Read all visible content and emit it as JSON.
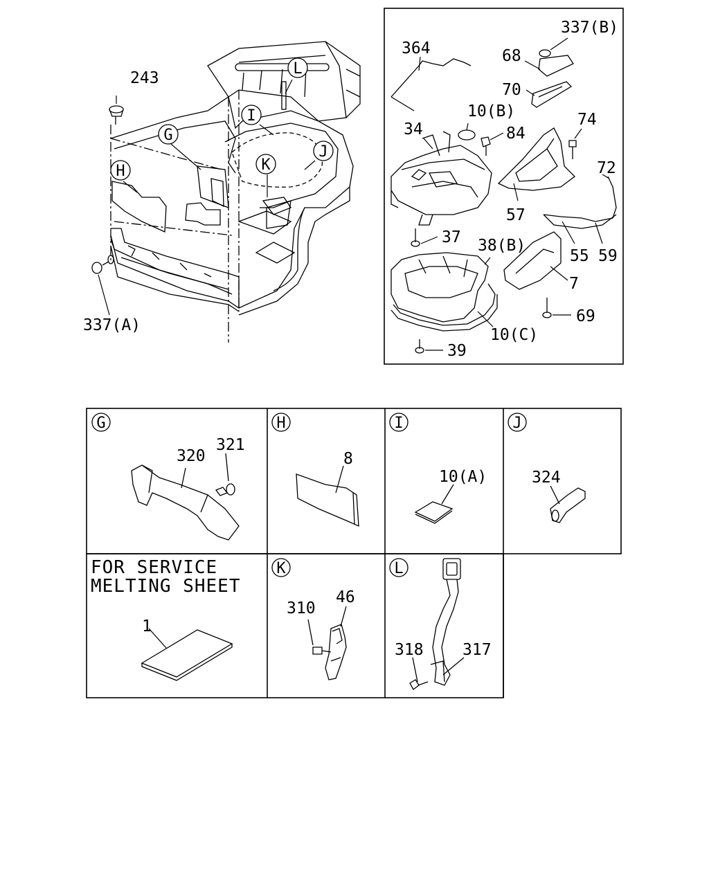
{
  "main_callouts": {
    "p243": "243",
    "p337a": "337(A)",
    "p364": "364",
    "p337b": "337(B)",
    "p68": "68",
    "p70": "70",
    "p10b": "10(B)",
    "p34": "34",
    "p84": "84",
    "p74": "74",
    "p72": "72",
    "p57": "57",
    "p37": "37",
    "p38b": "38(B)",
    "p55": "55",
    "p59": "59",
    "p7": "7",
    "p69": "69",
    "p10c": "10(C)",
    "p39": "39"
  },
  "reference_letters": {
    "g": "G",
    "h": "H",
    "i": "I",
    "j": "J",
    "k": "K",
    "l": "L"
  },
  "detail_grid": {
    "g": {
      "letter": "G",
      "parts": [
        "320",
        "321"
      ]
    },
    "h": {
      "letter": "H",
      "parts": [
        "8"
      ]
    },
    "i": {
      "letter": "I",
      "parts": [
        "10(A)"
      ]
    },
    "j": {
      "letter": "J",
      "parts": [
        "324"
      ]
    },
    "service": {
      "line1": "FOR SERVICE",
      "line2": "MELTING SHEET",
      "parts": [
        "1"
      ]
    },
    "k": {
      "letter": "K",
      "parts": [
        "310",
        "46"
      ]
    },
    "l": {
      "letter": "L",
      "parts": [
        "318",
        "317"
      ]
    }
  }
}
